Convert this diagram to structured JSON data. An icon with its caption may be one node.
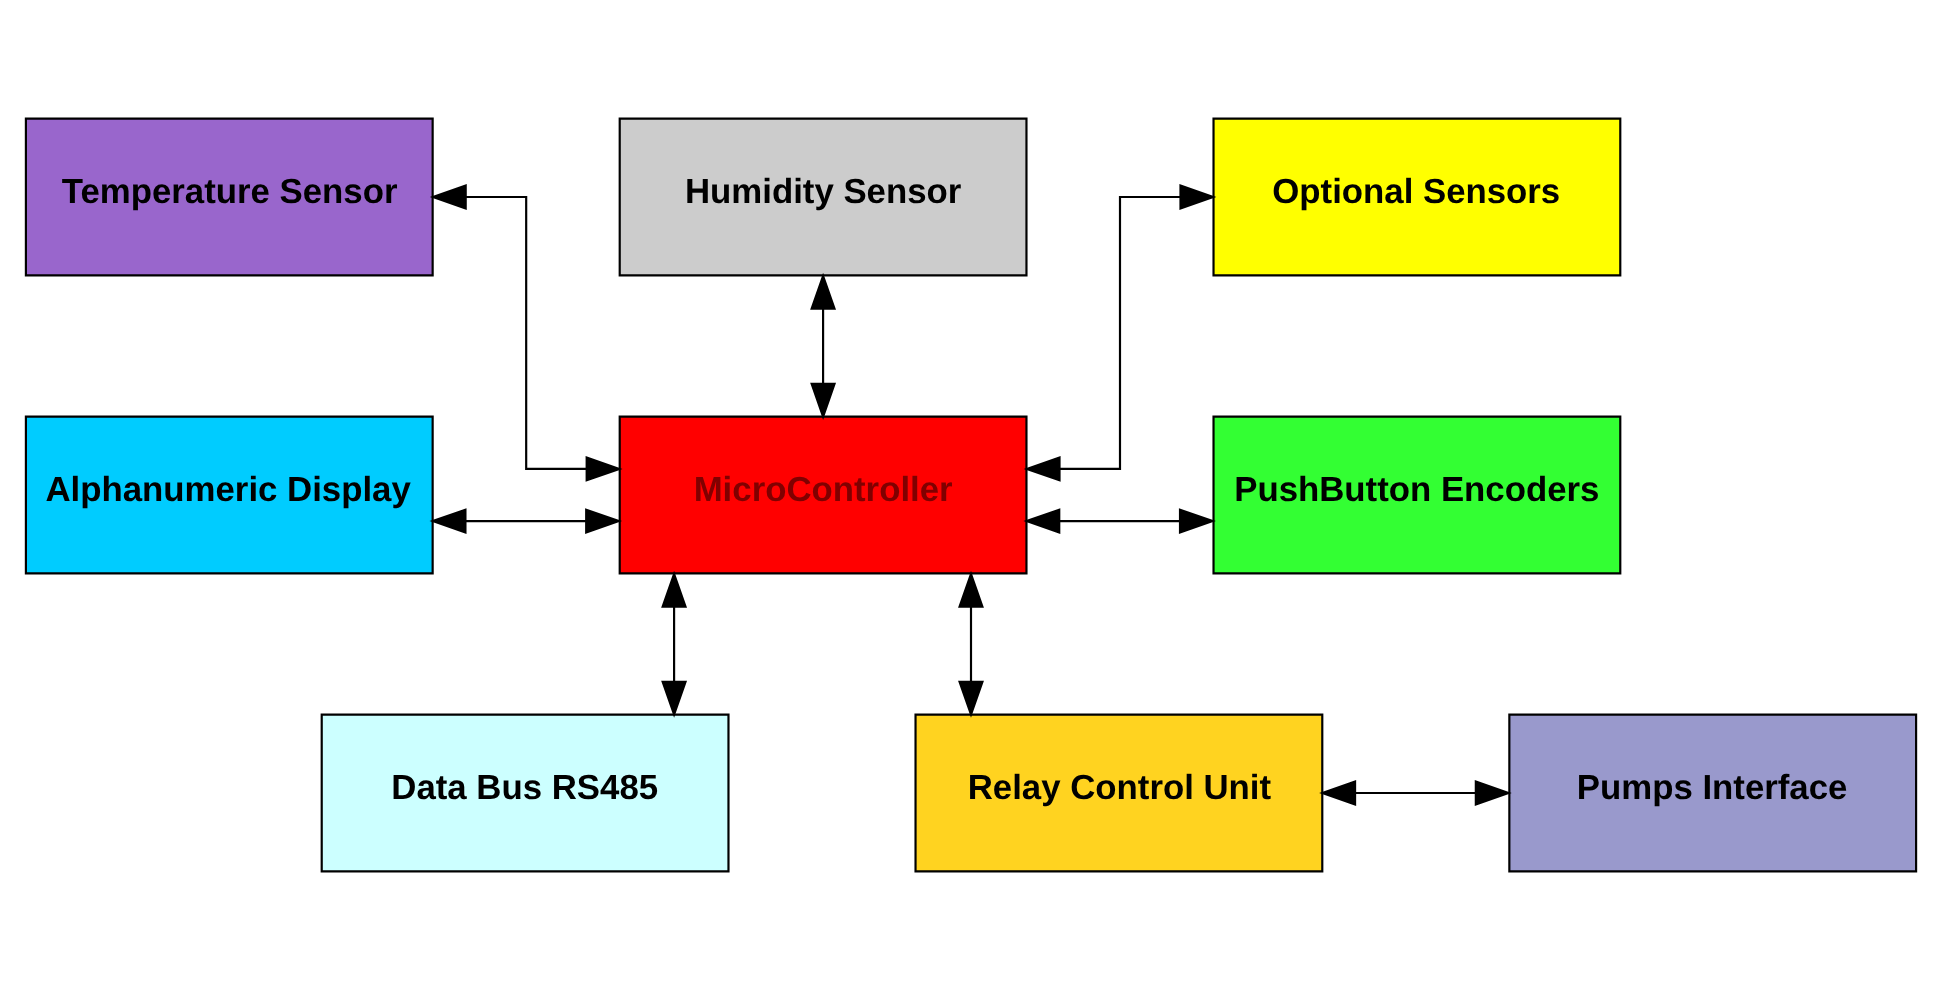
{
  "diagram": {
    "nodes": [
      {
        "text": [
          "Temperature Sensor"
        ]
      },
      {
        "text": [
          "Humidity Sensor"
        ]
      },
      {
        "text": [
          "Optional Sensors"
        ]
      },
      {
        "text": [
          "Alphanumeric Display"
        ]
      },
      {
        "text": [
          "MicroController"
        ]
      },
      {
        "text": [
          "PushButton Encoders"
        ]
      },
      {
        "text": [
          "Data Bus RS485"
        ]
      },
      {
        "text": [
          "Relay Control Unit"
        ]
      },
      {
        "text": [
          "Pumps Interface"
        ]
      }
    ],
    "edges": [
      {
        "from": 0,
        "to": 4,
        "arrow": "both"
      },
      {
        "from": 1,
        "to": 4,
        "arrow": "both"
      },
      {
        "from": 2,
        "to": 4,
        "arrow": "both"
      },
      {
        "from": 3,
        "to": 4,
        "arrow": "both"
      },
      {
        "from": 4,
        "to": 5,
        "arrow": "both"
      },
      {
        "from": 4,
        "to": 6,
        "arrow": "both"
      },
      {
        "from": 4,
        "to": 7,
        "arrow": "both"
      },
      {
        "from": 7,
        "to": 8,
        "arrow": "both"
      }
    ]
  }
}
